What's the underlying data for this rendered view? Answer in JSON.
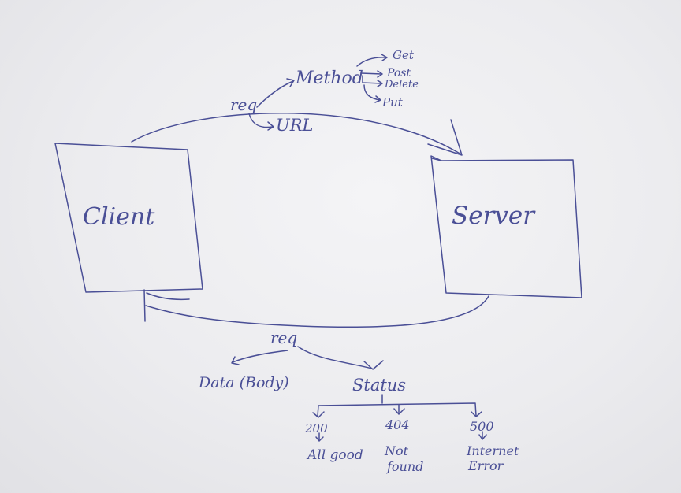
{
  "diagram": {
    "client_label": "Client",
    "server_label": "Server",
    "request": {
      "label": "req",
      "method": {
        "label": "Method",
        "options": [
          "Get",
          "Post",
          "Delete",
          "Put"
        ]
      },
      "url_label": "URL"
    },
    "response": {
      "label": "req",
      "data_label": "Data (Body)",
      "status": {
        "label": "Status",
        "codes": [
          {
            "code": "200",
            "desc_line1": "All good",
            "desc_line2": ""
          },
          {
            "code": "404",
            "desc_line1": "Not",
            "desc_line2": "found"
          },
          {
            "code": "500",
            "desc_line1": "Internet",
            "desc_line2": "Error"
          }
        ]
      }
    },
    "ink_color": "#4a4f96"
  }
}
